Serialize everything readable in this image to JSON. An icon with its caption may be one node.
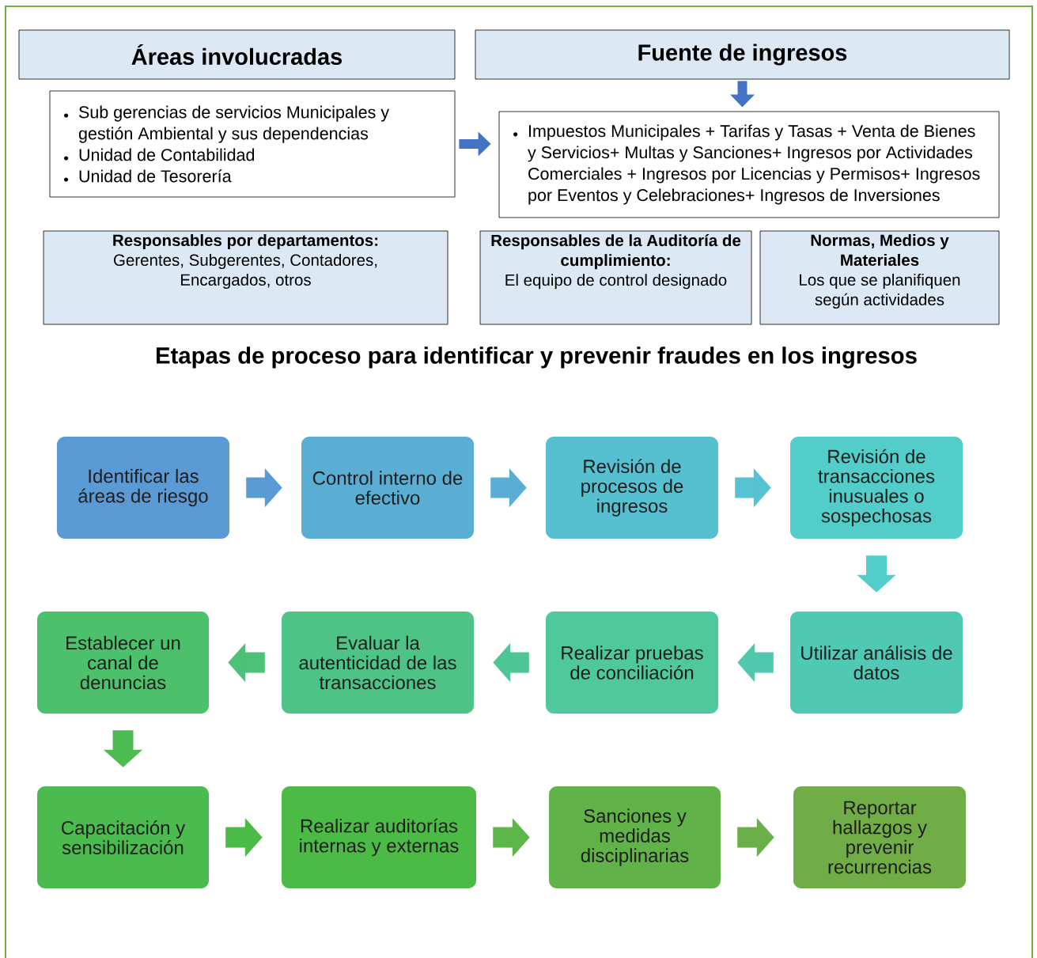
{
  "diagram": {
    "title": "Etapas de proceso para identificar y prevenir fraudes en los ingresos",
    "nodes": [
      {
        "text": [
          "Áreas involucradas"
        ]
      },
      {
        "text": [
          "Fuente de ingresos"
        ]
      },
      {
        "text": [
          "Sub gerencias de servicios Municipales y gestión Ambiental y sus dependencias",
          "Unidad de Contabilidad",
          "Unidad de Tesorería"
        ]
      },
      {
        "text": [
          "Impuestos Municipales + Tarifas y Tasas + Venta de Bienes y Servicios+ Multas y Sanciones+ Ingresos por Actividades Comerciales + Ingresos por Licencias y Permisos+ Ingresos por Eventos y Celebraciones+ Ingresos de Inversiones"
        ]
      },
      {
        "text": [
          "Responsables por departamentos:",
          "Gerentes, Subgerentes, Contadores, Encargados, otros"
        ]
      },
      {
        "text": [
          "Responsables de la Auditoría de cumplimiento:",
          "El equipo de control designado"
        ]
      },
      {
        "text": [
          "Normas, Medios y Materiales",
          "Los que se planifiquen según actividades"
        ]
      },
      {
        "text": [
          "Identificar las áreas de riesgo"
        ]
      },
      {
        "text": [
          "Control interno de efectivo"
        ]
      },
      {
        "text": [
          "Revisión de procesos de ingresos"
        ]
      },
      {
        "text": [
          "Revisión de transacciones inusuales o sospechosas"
        ]
      },
      {
        "text": [
          "Establecer un canal de denuncias"
        ]
      },
      {
        "text": [
          "Evaluar la autenticidad de las transacciones"
        ]
      },
      {
        "text": [
          "Realizar pruebas de conciliación"
        ]
      },
      {
        "text": [
          "Utilizar análisis de datos"
        ]
      },
      {
        "text": [
          "Capacitación y sensibilización"
        ]
      },
      {
        "text": [
          "Realizar auditorías internas y externas"
        ]
      },
      {
        "text": [
          "Sanciones y medidas disciplinarias"
        ]
      },
      {
        "text": [
          "Reportar hallazgos y prevenir recurrencias"
        ]
      }
    ],
    "edges": [
      {
        "from": 2,
        "to": 3,
        "arrow": "to",
        "color": "#4472c4"
      },
      {
        "from": 1,
        "to": 3,
        "arrow": "to",
        "color": "#4472c4"
      },
      {
        "from": 7,
        "to": 8,
        "arrow": "to",
        "color": "#5b9bd5"
      },
      {
        "from": 8,
        "to": 9,
        "arrow": "to",
        "color": "#5aaed3"
      },
      {
        "from": 9,
        "to": 10,
        "arrow": "to",
        "color": "#56c2d2"
      },
      {
        "from": 10,
        "to": 14,
        "arrow": "to",
        "color": "#52cdc9"
      },
      {
        "from": 14,
        "to": 13,
        "arrow": "to",
        "color": "#50c8ae"
      },
      {
        "from": 13,
        "to": 12,
        "arrow": "to",
        "color": "#4ec594"
      },
      {
        "from": 12,
        "to": 11,
        "arrow": "to",
        "color": "#4cc178"
      },
      {
        "from": 11,
        "to": 15,
        "arrow": "to",
        "color": "#4cbb52"
      },
      {
        "from": 15,
        "to": 16,
        "arrow": "to",
        "color": "#4cbb45"
      },
      {
        "from": 16,
        "to": 17,
        "arrow": "to",
        "color": "#5db649"
      },
      {
        "from": 17,
        "to": 18,
        "arrow": "to",
        "color": "#6aaf47"
      }
    ]
  }
}
